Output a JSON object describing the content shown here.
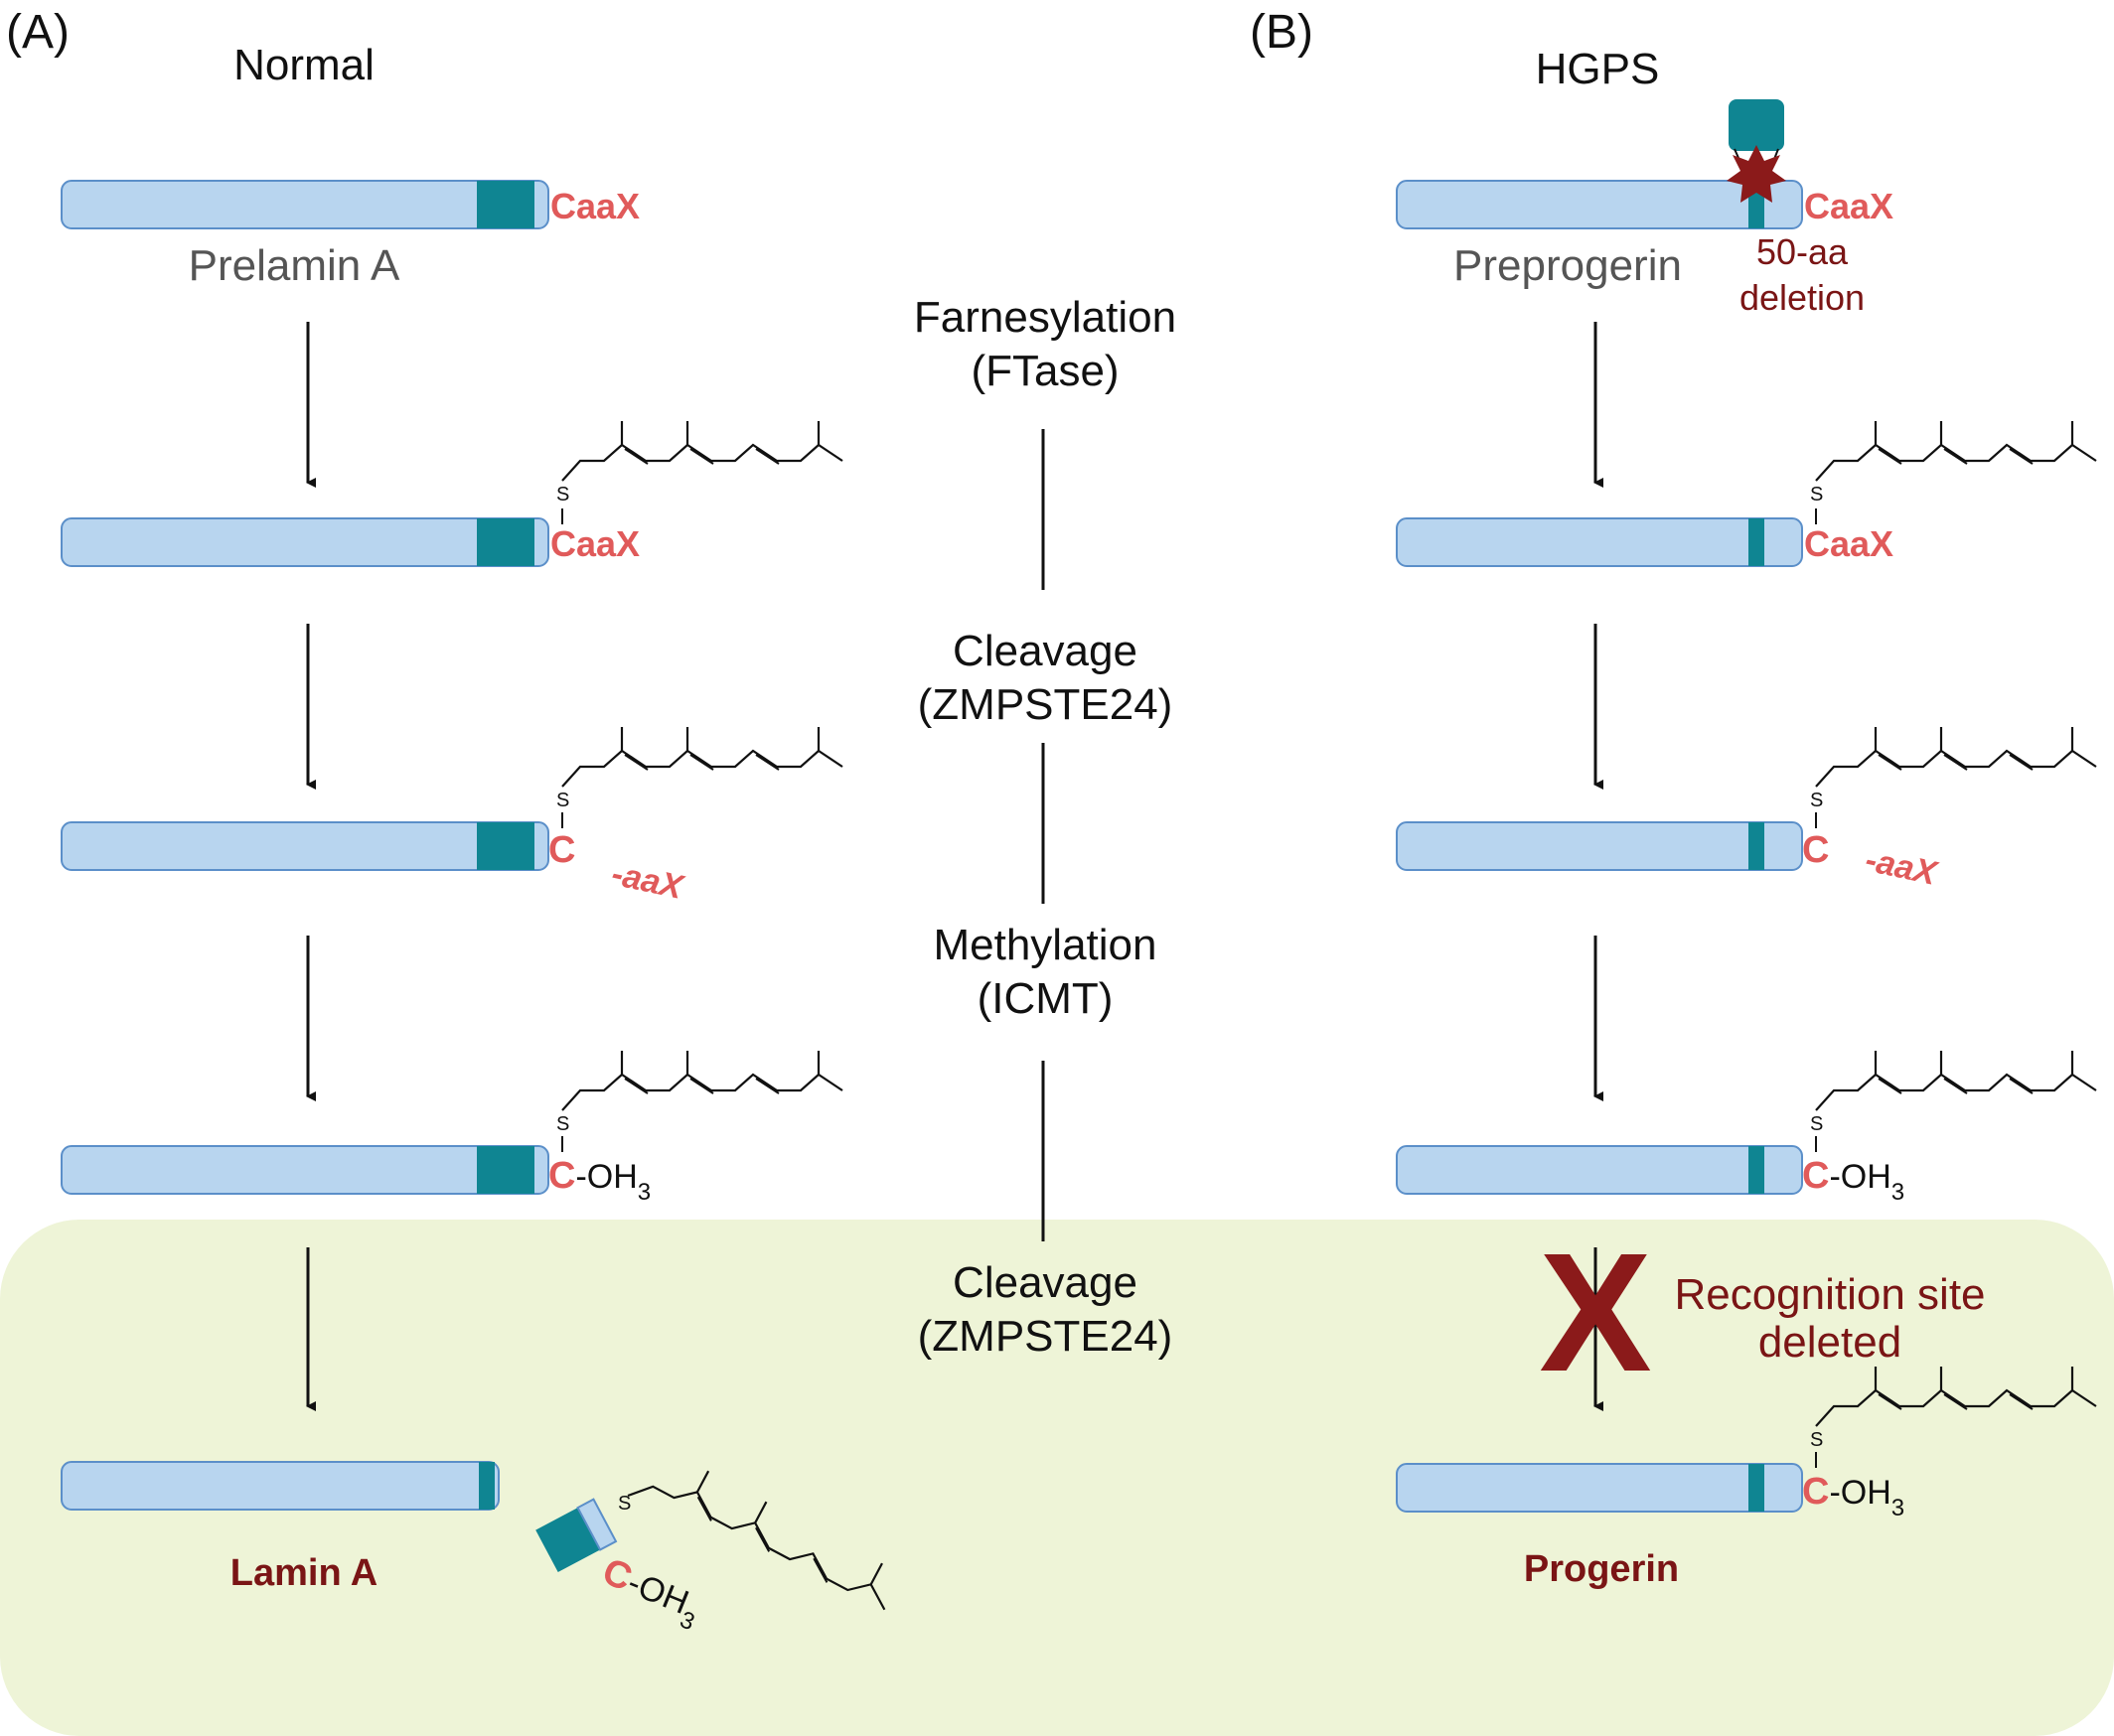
{
  "panels": {
    "a_label": "(A)",
    "b_label": "(B)",
    "a_condition": "Normal",
    "b_condition": "HGPS"
  },
  "steps": [
    {
      "name": "Farnesylation",
      "enzyme": "(FTase)"
    },
    {
      "name": "Cleavage",
      "enzyme": "(ZMPSTE24)"
    },
    {
      "name": "Methylation",
      "enzyme": "(ICMT)"
    },
    {
      "name": "Cleavage",
      "enzyme": "(ZMPSTE24)"
    }
  ],
  "left": {
    "precursor": "Prelamin A",
    "product": "Lamin A"
  },
  "right": {
    "precursor": "Preprogerin",
    "deletion": [
      "50-aa",
      "deletion"
    ],
    "recognition": [
      "Recognition site",
      "deleted"
    ],
    "product": "Progerin"
  },
  "chem": {
    "caax": "CaaX",
    "c": "C",
    "aax": "-aaX",
    "och3_prefix": "-OH",
    "subscript": "3",
    "sulfur": "S"
  },
  "colors": {
    "protein_fill": "#b8d5ef",
    "protein_stroke": "#5b8fc9",
    "domain_teal": "#0f8592",
    "caax_red": "#e05a5a",
    "product_red": "#7a1515",
    "highlight_green": "#eef4d7",
    "mark_red": "#8b1a1a"
  }
}
